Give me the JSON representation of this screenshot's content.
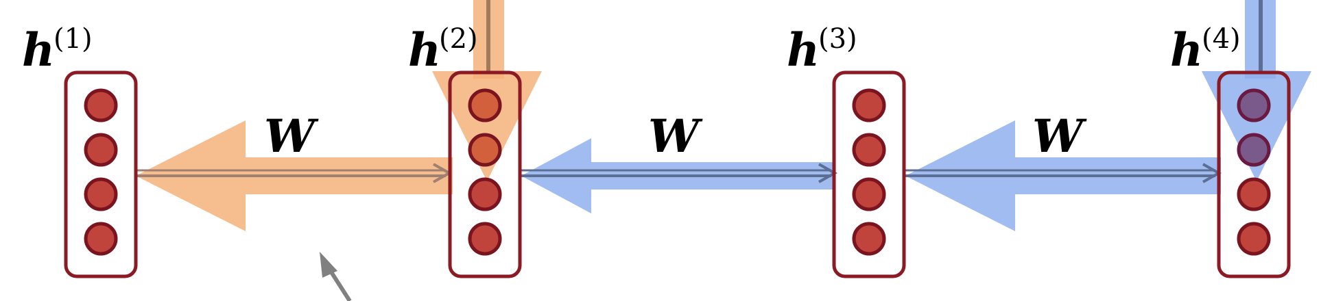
{
  "layers": [
    {
      "id": "h1",
      "base": "h",
      "sup": "(1)",
      "units": 4
    },
    {
      "id": "h2",
      "base": "h",
      "sup": "(2)",
      "units": 4
    },
    {
      "id": "h3",
      "base": "h",
      "sup": "(3)",
      "units": 4
    },
    {
      "id": "h4",
      "base": "h",
      "sup": "(4)",
      "units": 4
    }
  ],
  "connections": [
    {
      "from": "h1",
      "to": "h2",
      "label": "W",
      "flow": "backward",
      "flow_color": "orange"
    },
    {
      "from": "h2",
      "to": "h3",
      "label": "W",
      "flow": "backward",
      "flow_color": "blue"
    },
    {
      "from": "h3",
      "to": "h4",
      "label": "W",
      "flow": "backward",
      "flow_color": "blue"
    }
  ],
  "incoming_gradients": [
    {
      "at": "h2",
      "color": "orange"
    },
    {
      "at": "h4",
      "color": "blue"
    }
  ],
  "colors": {
    "unit_fill": "#c0443c",
    "unit_stroke": "#7a1520",
    "box_stroke": "#8b1a24",
    "orange_flow": "#f5b27a",
    "blue_flow": "#8fb0ef",
    "arrow_stroke": "#5c6e94",
    "pointer": "#808080"
  }
}
